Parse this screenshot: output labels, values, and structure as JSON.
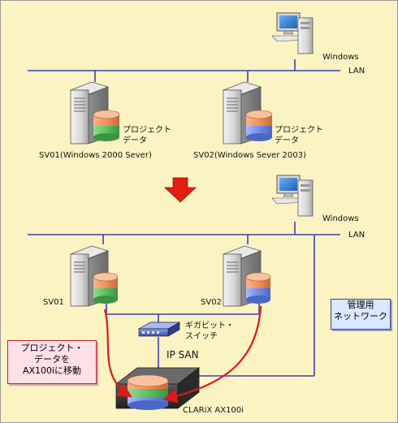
{
  "top": {
    "windows_label": "Windows",
    "lan_label": "LAN",
    "sv01_data_line1": "プロジェクト",
    "sv01_data_line2": "データ",
    "sv02_data_line1": "プロジェクト",
    "sv02_data_line2": "データ",
    "sv01_caption": "SV01(Windows 2000 Sever)",
    "sv02_caption": "SV02(Windows Sever 2003)"
  },
  "bottom": {
    "windows_label": "Windows",
    "lan_label": "LAN",
    "sv01_label": "SV01",
    "sv02_label": "SV02",
    "switch_line1": "ギガビット・",
    "switch_line2": "スイッチ",
    "ip_san_label": "IP SAN",
    "storage_label": "CLARiX AX100i",
    "mgmt_line1": "管理用",
    "mgmt_line2": "ネットワーク",
    "move_line1": "プロジェクト・",
    "move_line2": "データを",
    "move_line3": "AX100iに移動"
  },
  "colors": {
    "background": "#fbf3c2",
    "network_line": "#3f3fb8",
    "migration_arrow": "#e01818",
    "transition_arrow": "#e02010",
    "disk_orange": "#f0905a",
    "disk_green": "#5fbf60",
    "disk_blue": "#6f8ee8"
  }
}
